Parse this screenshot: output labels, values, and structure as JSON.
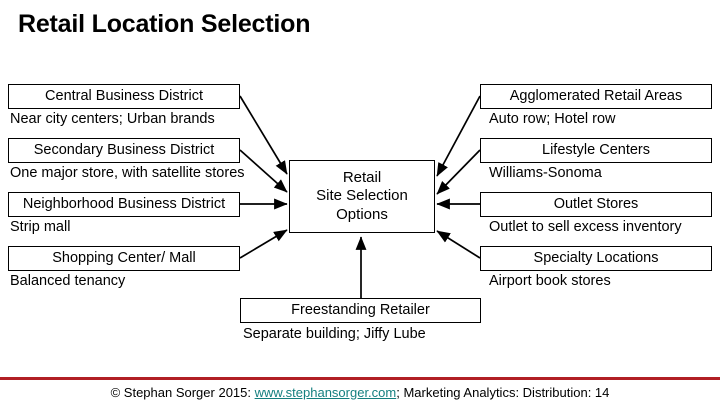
{
  "slide": {
    "title": "Retail Location Selection",
    "hub": {
      "line1": "Retail",
      "line2": "Site Selection",
      "line3": "Options"
    },
    "left_column": [
      {
        "label": "Central Business District",
        "caption": "Near city centers; Urban brands"
      },
      {
        "label": "Secondary Business District",
        "caption": "One major store, with satellite stores"
      },
      {
        "label": "Neighborhood Business District",
        "caption": "Strip mall"
      },
      {
        "label": "Shopping Center/ Mall",
        "caption": "Balanced tenancy"
      }
    ],
    "right_column": [
      {
        "label": "Agglomerated Retail Areas",
        "caption": "Auto row; Hotel row"
      },
      {
        "label": "Lifestyle Centers",
        "caption": "Williams-Sonoma"
      },
      {
        "label": "Outlet Stores",
        "caption": "Outlet to sell excess inventory"
      },
      {
        "label": "Specialty Locations",
        "caption": "Airport book stores"
      }
    ],
    "bottom": {
      "label": "Freestanding Retailer",
      "caption": "Separate building; Jiffy Lube"
    }
  },
  "footer": {
    "prefix": "© Stephan Sorger 2015: ",
    "link": "www.stephansorger.com",
    "suffix": "; Marketing Analytics: Distribution: 14",
    "rule_color": "#b11f24",
    "link_color": "#157f7f"
  }
}
